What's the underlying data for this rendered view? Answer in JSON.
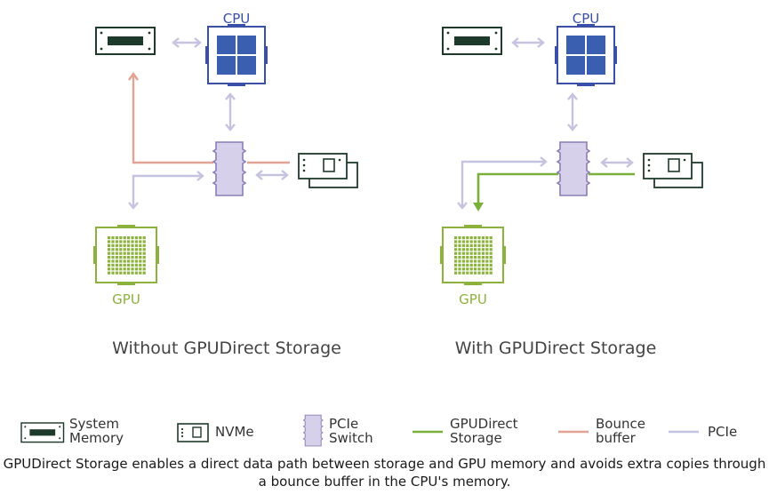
{
  "panels": {
    "left": {
      "title": "Without GPUDirect Storage",
      "cpu_label": "CPU",
      "gpu_label": "GPU"
    },
    "right": {
      "title": "With GPUDirect Storage",
      "cpu_label": "CPU",
      "gpu_label": "GPU"
    }
  },
  "legend": {
    "system_memory": {
      "line1": "System",
      "line2": "Memory"
    },
    "nvme": {
      "line1": "NVMe"
    },
    "pcie_switch": {
      "line1": "PCIe",
      "line2": "Switch"
    },
    "gpudirect": {
      "line1": "GPUDirect",
      "line2": "Storage"
    },
    "bounce": {
      "line1": "Bounce",
      "line2": "buffer"
    },
    "pcie": {
      "line1": "PCIe"
    }
  },
  "caption": "GPUDirect Storage enables a direct data path between storage and GPU memory and avoids extra copies through a bounce buffer in the CPU's memory.",
  "colors": {
    "cpu_blue": "#3a4fa8",
    "gpu_green": "#8cb23c",
    "dark_green": "#1e3a2a",
    "switch_purple": "#8a7db8",
    "switch_fill": "#d7d0ea",
    "pcie_arrow": "#c6c3e0",
    "bounce": "#e2a294",
    "gds": "#7aaf3a",
    "title_text": "#444444"
  }
}
